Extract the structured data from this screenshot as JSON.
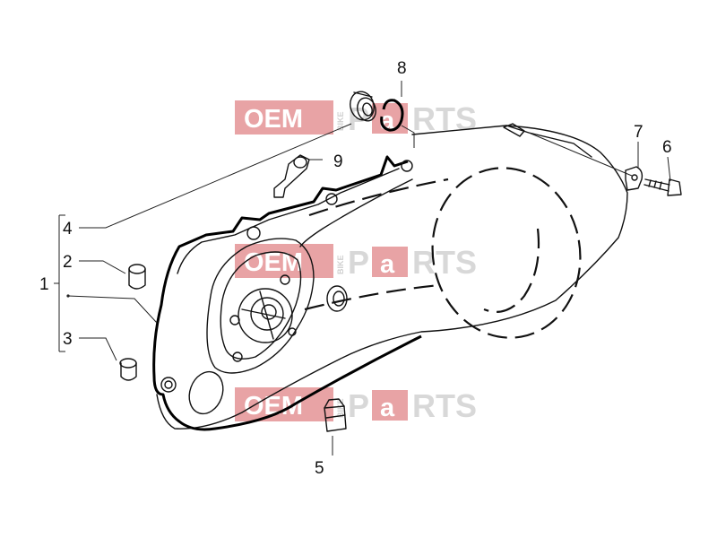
{
  "watermark": {
    "oem": "OEM",
    "bike": "BIKE",
    "p": "P",
    "a": "a",
    "rts": "RTS",
    "accent_color": "#e8a3a5"
  },
  "callouts": [
    {
      "id": "1",
      "label": "1"
    },
    {
      "id": "2",
      "label": "2"
    },
    {
      "id": "3",
      "label": "3"
    },
    {
      "id": "4",
      "label": "4"
    },
    {
      "id": "5",
      "label": "5"
    },
    {
      "id": "6",
      "label": "6"
    },
    {
      "id": "7",
      "label": "7"
    },
    {
      "id": "8",
      "label": "8"
    },
    {
      "id": "9",
      "label": "9"
    }
  ]
}
